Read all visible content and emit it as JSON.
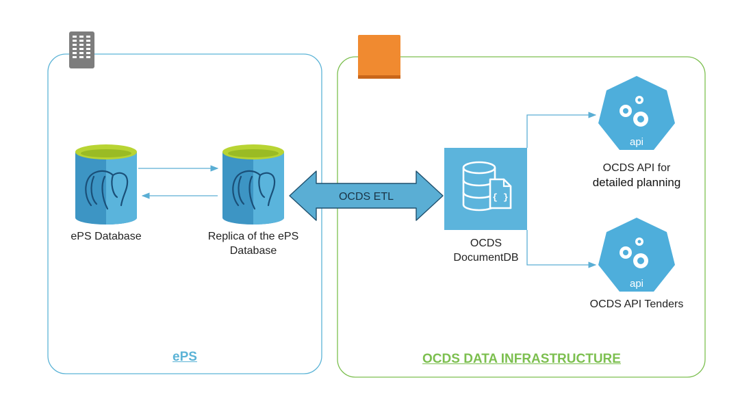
{
  "groups": {
    "eps": {
      "title": "ePS",
      "color": "#5bb3d6",
      "icon": "building-icon",
      "icon_color": "#7d7d7d"
    },
    "ocds": {
      "title": "OCDS DATA INFRASTRUCTURE",
      "color": "#7cbf4f",
      "icon": "cloud-square-icon",
      "icon_color": "#f08a30"
    }
  },
  "nodes": {
    "eps_db": {
      "label": "ePS Database",
      "icon": "postgresql-database-icon"
    },
    "replica": {
      "line1": "Replica of the ePS",
      "line2": "Database",
      "icon": "postgresql-database-icon"
    },
    "etl": {
      "label": "OCDS ETL",
      "icon": "bidirectional-arrow"
    },
    "docdb": {
      "line1": "OCDS",
      "line2": "DocumentDB",
      "icon": "documentdb-icon"
    },
    "api_planning": {
      "line1": "OCDS  API for",
      "line2": "detailed planning",
      "icon_text": "api",
      "icon": "kubernetes-api-icon"
    },
    "api_tenders": {
      "label": "OCDS API Tenders",
      "icon_text": "api",
      "icon": "kubernetes-api-icon"
    }
  },
  "colors": {
    "db_body": "#3d95c4",
    "db_light": "#5ab4dc",
    "db_top": "#b8d433",
    "k8s": "#4eaedb",
    "docdb_bg": "#5cb4dc",
    "arrow": "#5aaed4"
  }
}
